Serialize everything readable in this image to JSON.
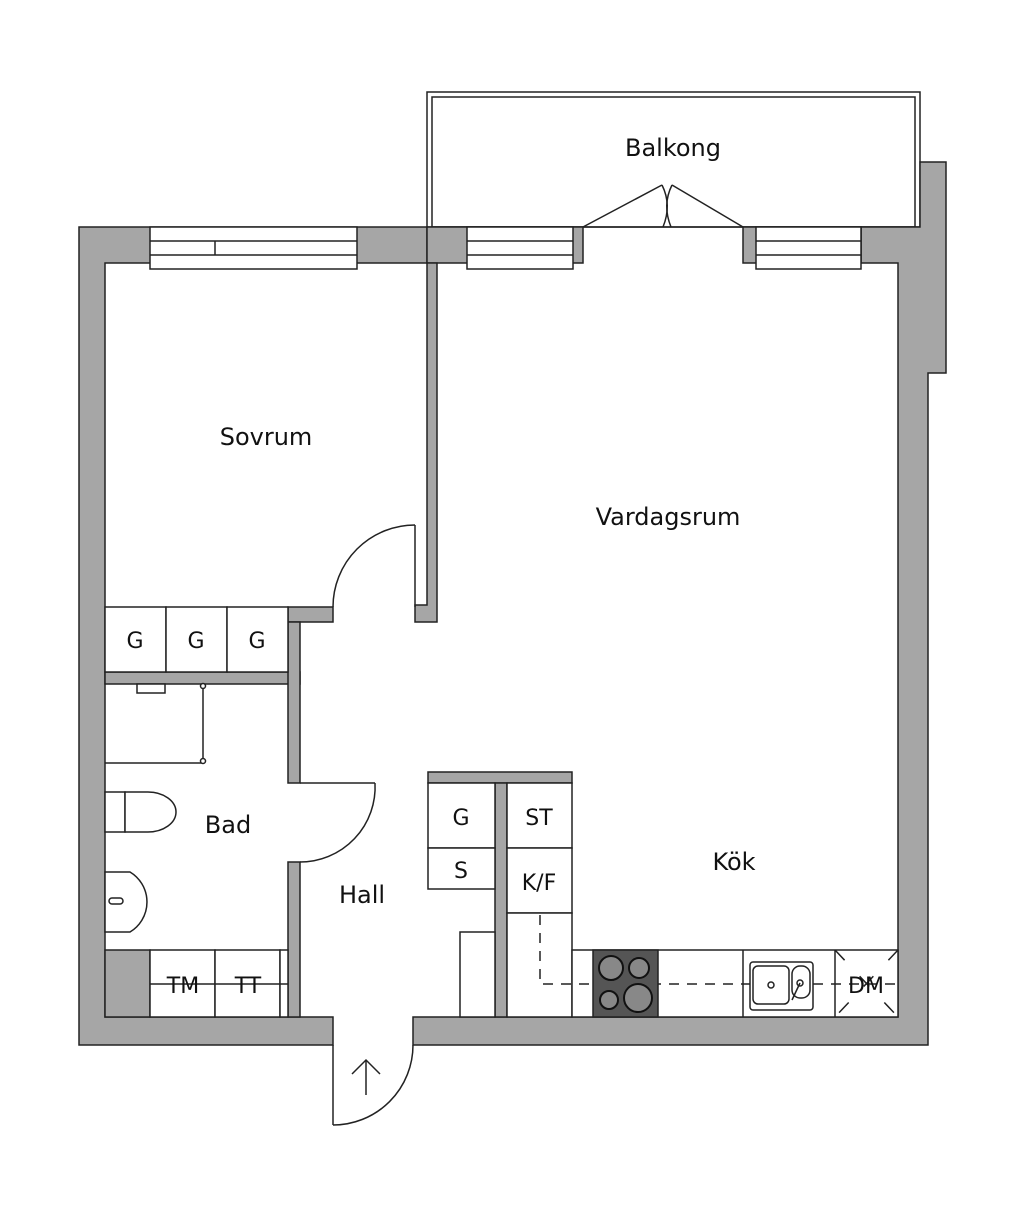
{
  "rooms": {
    "balcony": "Balkong",
    "bedroom": "Sovrum",
    "living": "Vardagsrum",
    "bath": "Bad",
    "hall": "Hall",
    "kitchen": "Kök"
  },
  "fixtures": {
    "wardrobe_1": "G",
    "wardrobe_2": "G",
    "wardrobe_3": "G",
    "hall_wardrobe": "G",
    "hall_storage": "S",
    "broom_closet": "ST",
    "fridge_freezer": "K/F",
    "washing_machine": "TM",
    "dryer": "TT",
    "dishwasher": "DM"
  },
  "colors": {
    "wall": "#a6a6a6",
    "stove": "#555555"
  }
}
